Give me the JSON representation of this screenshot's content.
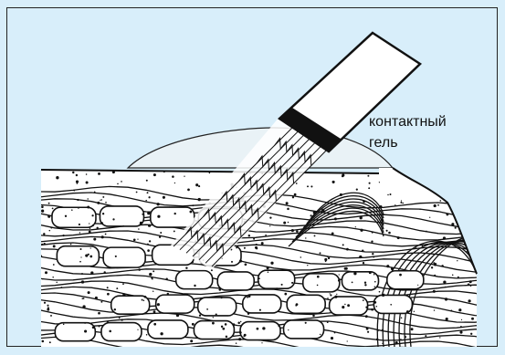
{
  "figure": {
    "background_color": "#d8eefa",
    "ink_color": "#111111",
    "gel_color": "#e9f2f6",
    "label_lines": [
      "контактный",
      "гель"
    ],
    "elements": [
      "ultrasound-probe",
      "contact-gel-layer",
      "ultrasound-beam",
      "tissue-cross-section"
    ]
  }
}
